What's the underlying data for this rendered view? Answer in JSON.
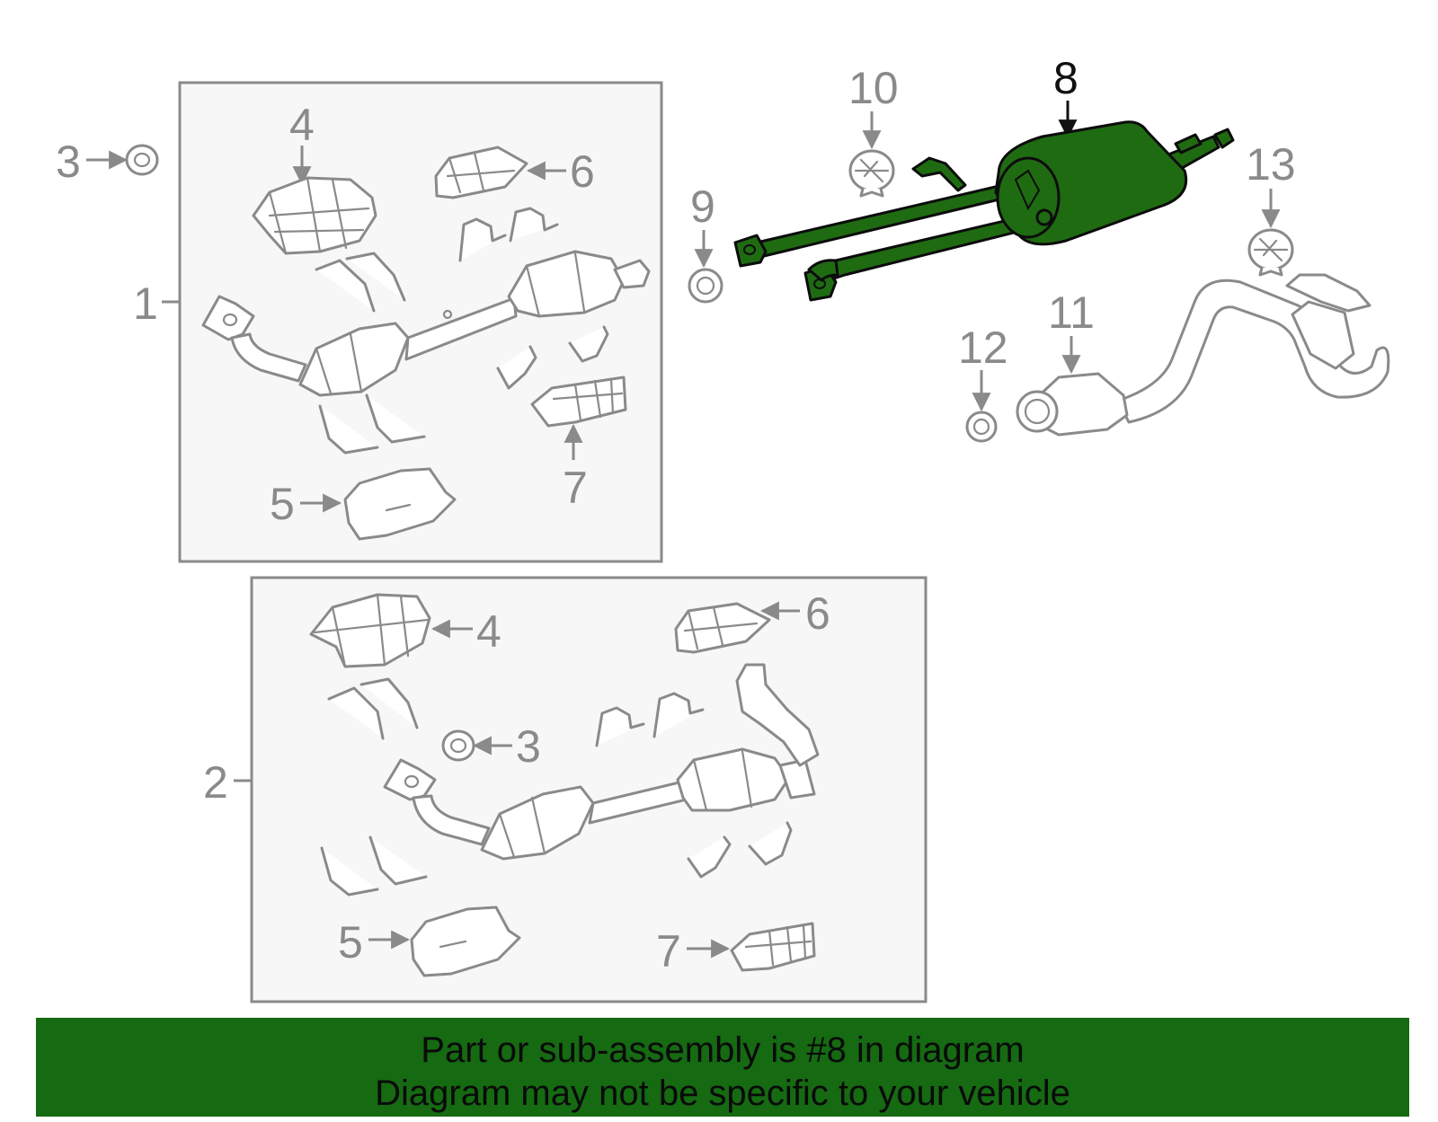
{
  "callouts": {
    "c1": "1",
    "c2": "2",
    "c3a": "3",
    "c3b": "3",
    "c4a": "4",
    "c4b": "4",
    "c5a": "5",
    "c5b": "5",
    "c6a": "6",
    "c6b": "6",
    "c7a": "7",
    "c7b": "7",
    "c8": "8",
    "c9": "9",
    "c10": "10",
    "c11": "11",
    "c12": "12",
    "c13": "13"
  },
  "highlight_color": "#1f6b12",
  "banner": {
    "line1": "Part or sub-assembly is #8 in diagram",
    "line2": "Diagram may not be specific to your vehicle",
    "color": "#156a12"
  }
}
